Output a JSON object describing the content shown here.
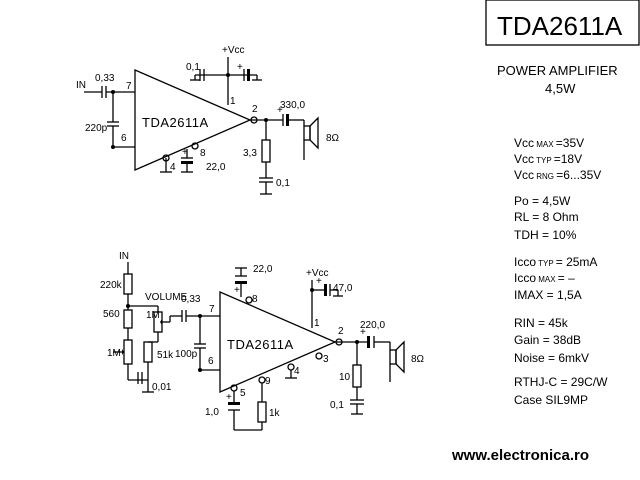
{
  "title": "TDA2611A",
  "subtitle_line1": "POWER AMPLIFIER",
  "subtitle_line2": "4,5W",
  "website": "www.electronica.ro",
  "specs": [
    {
      "pre": "Vcc",
      "sub": "MAX",
      "val": "=35V"
    },
    {
      "pre": "Vcc",
      "sub": "TYP",
      "val": "=18V"
    },
    {
      "pre": "Vcc",
      "sub": "RNG",
      "val": "=6...35V"
    },
    {
      "pre": "Po",
      "sub": "",
      "val": " = 4,5W"
    },
    {
      "pre": "RL",
      "sub": "",
      "val": " = 8 Ohm"
    },
    {
      "pre": "TDH",
      "sub": "",
      "val": " = 10%"
    },
    {
      "pre": "Icco",
      "sub": "TYP",
      "val": "= 25mA"
    },
    {
      "pre": "Icco",
      "sub": "MAX",
      "val": "= –"
    },
    {
      "pre": "IMAX",
      "sub": "",
      "val": " = 1,5A"
    },
    {
      "pre": "RIN",
      "sub": "",
      "val": " = 45k"
    },
    {
      "pre": "Gain",
      "sub": "",
      "val": " = 38dB"
    },
    {
      "pre": "Noise",
      "sub": "",
      "val": " = 6mkV"
    },
    {
      "pre": "RTHJ-C",
      "sub": "",
      "val": " = 29C/W"
    },
    {
      "pre": "Case",
      "sub": "",
      "val": " SIL9MP"
    }
  ],
  "circuit1": {
    "chip_label": "TDA2611A",
    "input": "IN",
    "vcc": "+Vcc",
    "c_in": "0,33",
    "c_fb": "220p",
    "c_sup": "0,1",
    "c_out": "330,0",
    "r_zobel": "3,3",
    "c_zobel": "0,1",
    "c_pin8": "22,0",
    "speaker": "8Ω",
    "pins": [
      "7",
      "6",
      "1",
      "2",
      "4",
      "8"
    ]
  },
  "circuit2": {
    "chip_label": "TDA2611A",
    "input": "IN",
    "vcc": "+Vcc",
    "volume": "VOLUME",
    "r220k": "220k",
    "r560": "560",
    "pot1m_a": "1M",
    "pot1m_b": "1M",
    "r51k": "51k",
    "c001": "0,01",
    "c033": "0,33",
    "c100p": "100p",
    "c22": "22,0",
    "c47": "47,0",
    "c_out": "220,0",
    "r10": "10",
    "c01": "0,1",
    "c10": "1,0",
    "r1k": "1k",
    "speaker": "8Ω",
    "pins": [
      "7",
      "6",
      "8",
      "1",
      "2",
      "3",
      "4",
      "9",
      "5"
    ]
  }
}
